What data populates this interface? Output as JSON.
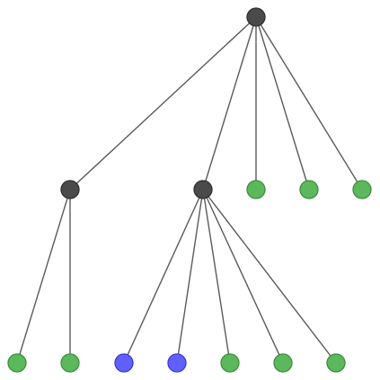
{
  "colors": {
    "background": "#ffffff",
    "edge": "#5a5a5a",
    "internal_fill": "#4a4a4a",
    "internal_stroke": "#2f2f2f",
    "green_fill": "#5cb85c",
    "green_stroke": "#3e8e3e",
    "blue_fill": "#6060ff",
    "blue_stroke": "#3a3ad6"
  },
  "tree": {
    "kind": "internal",
    "children": [
      {
        "kind": "internal",
        "children": [
          {
            "kind": "green"
          },
          {
            "kind": "green"
          }
        ]
      },
      {
        "kind": "internal",
        "children": [
          {
            "kind": "blue"
          },
          {
            "kind": "blue"
          },
          {
            "kind": "green"
          },
          {
            "kind": "green"
          },
          {
            "kind": "green"
          }
        ]
      },
      {
        "kind": "green"
      },
      {
        "kind": "green"
      },
      {
        "kind": "green"
      }
    ]
  }
}
